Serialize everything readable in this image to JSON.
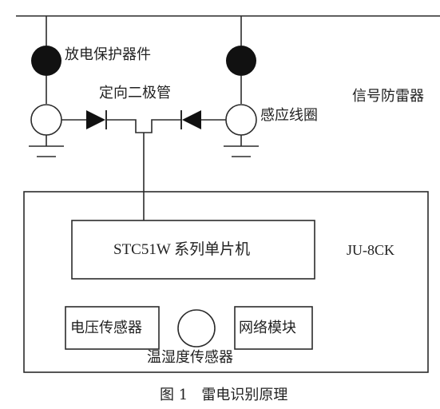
{
  "labels": {
    "discharge_device": "放电保护器件",
    "directional_diode": "定向二极管",
    "signal_arrester": "信号防雷器",
    "induction_coil": "感应线圈",
    "mcu": "STC51W 系列单片机",
    "device_model": "JU-8CK",
    "voltage_sensor": "电压传感器",
    "network_module": "网络模块",
    "temp_humidity_sensor": "温湿度传感器"
  },
  "caption": "图 1   雷电识别原理",
  "colors": {
    "line": "#2b2b2b",
    "text": "#222222",
    "fill": "#111111"
  }
}
